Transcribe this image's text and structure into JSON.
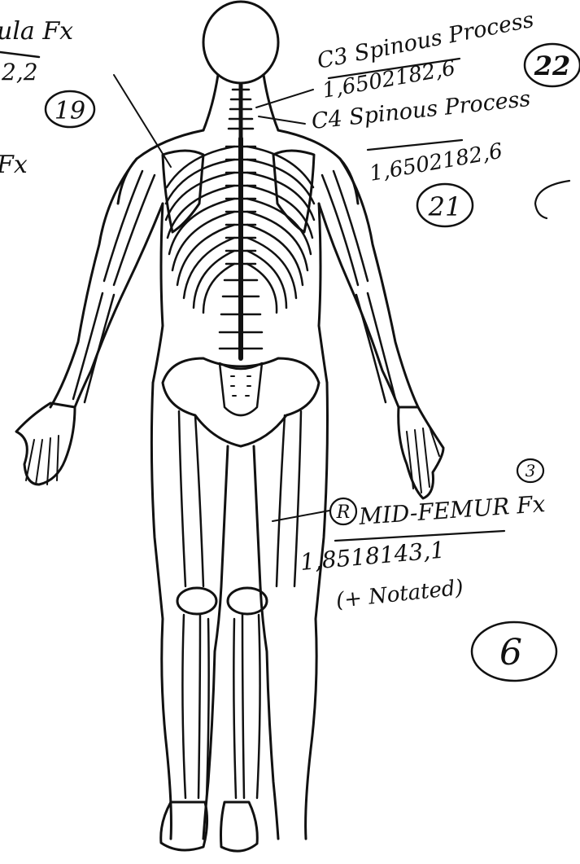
{
  "annotations": {
    "left_top_label": "ula Fx",
    "left_top_code": "2,2",
    "left_top_number": "19",
    "left_mid_label": "Fx",
    "c3_label": "C3 Spinous Process",
    "c3_code": "1,6502182,6",
    "c3_number": "22",
    "c4_label": "C4 Spinous Process",
    "c4_code": "1,6502182,6",
    "c4_number": "21",
    "femur_marker": "R",
    "femur_label": "MID-FEMUR Fx",
    "femur_code": "1,8518143,1",
    "femur_note": "(+ Notated)",
    "femur_number": "6",
    "stray_number": "3"
  }
}
